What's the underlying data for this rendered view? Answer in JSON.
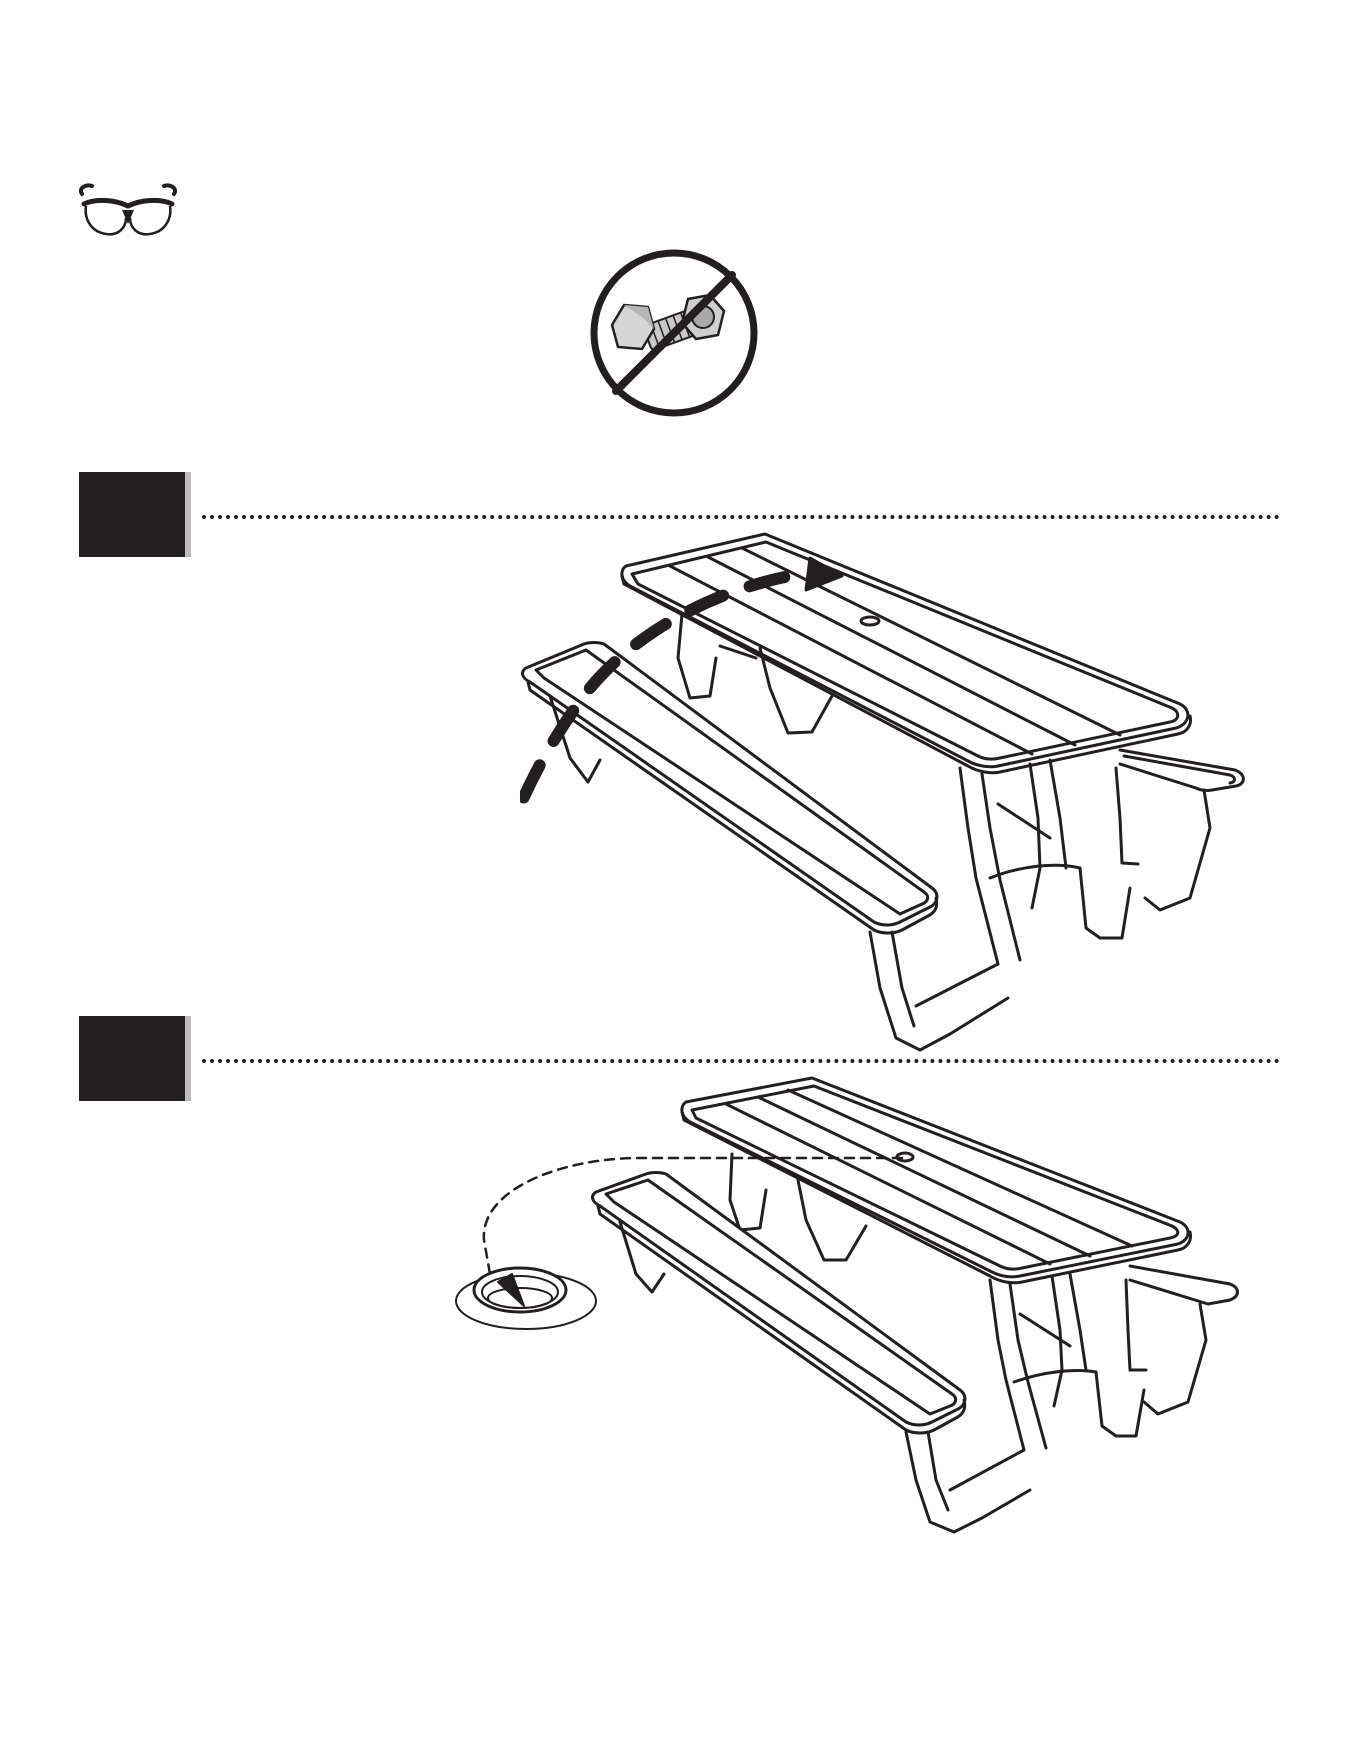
{
  "page": {
    "background": "#ffffff",
    "ink_color": "#231f20",
    "shadow_color": "#bcbcbc"
  },
  "icons": {
    "safety_glasses": "safety-glasses-icon",
    "no_hardware": "no-hardware-icon"
  },
  "steps": [
    {
      "id": "step-1",
      "number_label": "",
      "illustration": "picnic-table-bench-flip"
    },
    {
      "id": "step-2",
      "number_label": "",
      "illustration": "picnic-table-umbrella-hole-cap"
    }
  ]
}
